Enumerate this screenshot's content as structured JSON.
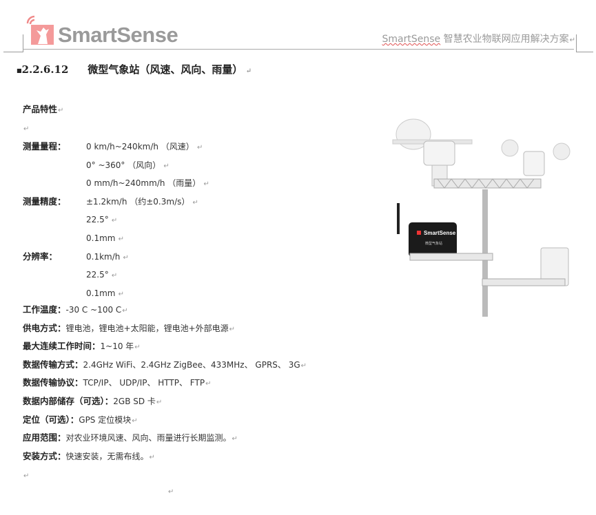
{
  "header": {
    "brand": "SmartSense",
    "right_brand": "SmartSense",
    "right_title": "智慧农业物联网应用解决方案"
  },
  "heading": {
    "number": "2.2.6.12",
    "title": "微型气象站（风速、风向、雨量）"
  },
  "section_title": "产品特性",
  "specs": [
    {
      "label": "测量量程：",
      "values": [
        "0 km/h~240km/h （风速）",
        "0° ~360° （风向）",
        "0 mm/h~240mm/h （雨量）"
      ]
    },
    {
      "label": "测量精度：",
      "values": [
        "±1.2km/h （约±0.3m/s）",
        "22.5°",
        "0.1mm"
      ]
    },
    {
      "label": "分辨率：",
      "values": [
        "0.1km/h",
        "22.5°",
        "0.1mm"
      ]
    }
  ],
  "lines": [
    {
      "label": "工作温度：",
      "value": "-30  C ~100  C"
    },
    {
      "label": "供电方式：",
      "value": "锂电池，锂电池+太阳能，锂电池+外部电源"
    },
    {
      "label": "最大连续工作时间：",
      "value": "1~10 年"
    },
    {
      "label": "数据传输方式：",
      "value": "2.4GHz WiFi、2.4GHz ZigBee、433MHz、 GPRS、 3G"
    },
    {
      "label": "数据传输协议：",
      "value": "TCP/IP、 UDP/IP、 HTTP、 FTP"
    },
    {
      "label": "数据内部储存（可选）：",
      "value": "2GB SD 卡"
    },
    {
      "label": "定位（可选）：",
      "value": "GPS 定位模块"
    },
    {
      "label": "应用范围：",
      "value": "对农业环境风速、风向、雨量进行长期监测。"
    },
    {
      "label": "安装方式：",
      "value": "快速安装，无需布线。"
    }
  ],
  "image": {
    "device_brand": "SmartSense",
    "device_label": "微型气象站"
  },
  "colors": {
    "logo": "#f08080",
    "brand_gray": "#9a9a9a"
  }
}
